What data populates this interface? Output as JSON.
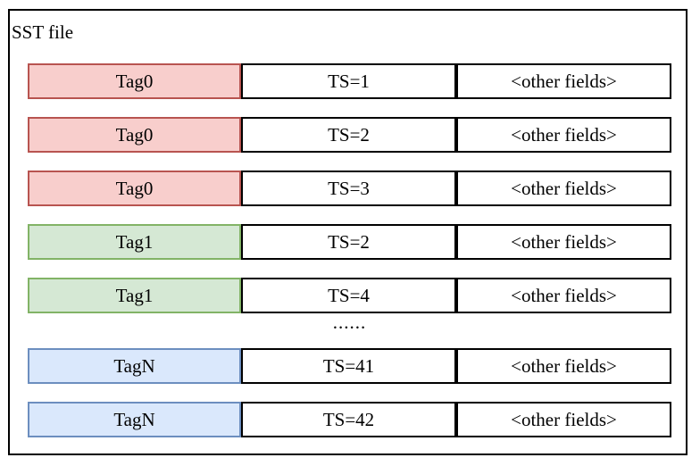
{
  "diagram": {
    "title": "SST file",
    "items": [
      {
        "type": "record",
        "tag": "Tag0",
        "ts": "TS=1",
        "other": "<other fields>",
        "color": "red"
      },
      {
        "type": "record",
        "tag": "Tag0",
        "ts": "TS=2",
        "other": "<other fields>",
        "color": "red"
      },
      {
        "type": "record",
        "tag": "Tag0",
        "ts": "TS=3",
        "other": "<other fields>",
        "color": "red"
      },
      {
        "type": "record",
        "tag": "Tag1",
        "ts": "TS=2",
        "other": "<other fields>",
        "color": "green"
      },
      {
        "type": "record",
        "tag": "Tag1",
        "ts": "TS=4",
        "other": "<other fields>",
        "color": "green"
      },
      {
        "type": "ellipsis",
        "label": "......"
      },
      {
        "type": "record",
        "tag": "TagN",
        "ts": "TS=41",
        "other": "<other fields>",
        "color": "blue"
      },
      {
        "type": "record",
        "tag": "TagN",
        "ts": "TS=42",
        "other": "<other fields>",
        "color": "blue"
      }
    ],
    "colors": {
      "red": {
        "fill": "#f8cecc",
        "stroke": "#b85450"
      },
      "green": {
        "fill": "#d5e8d4",
        "stroke": "#82b366"
      },
      "blue": {
        "fill": "#dae8fc",
        "stroke": "#6c8ebf"
      },
      "plain_border": "#000000",
      "outer_border": "#000000"
    }
  }
}
